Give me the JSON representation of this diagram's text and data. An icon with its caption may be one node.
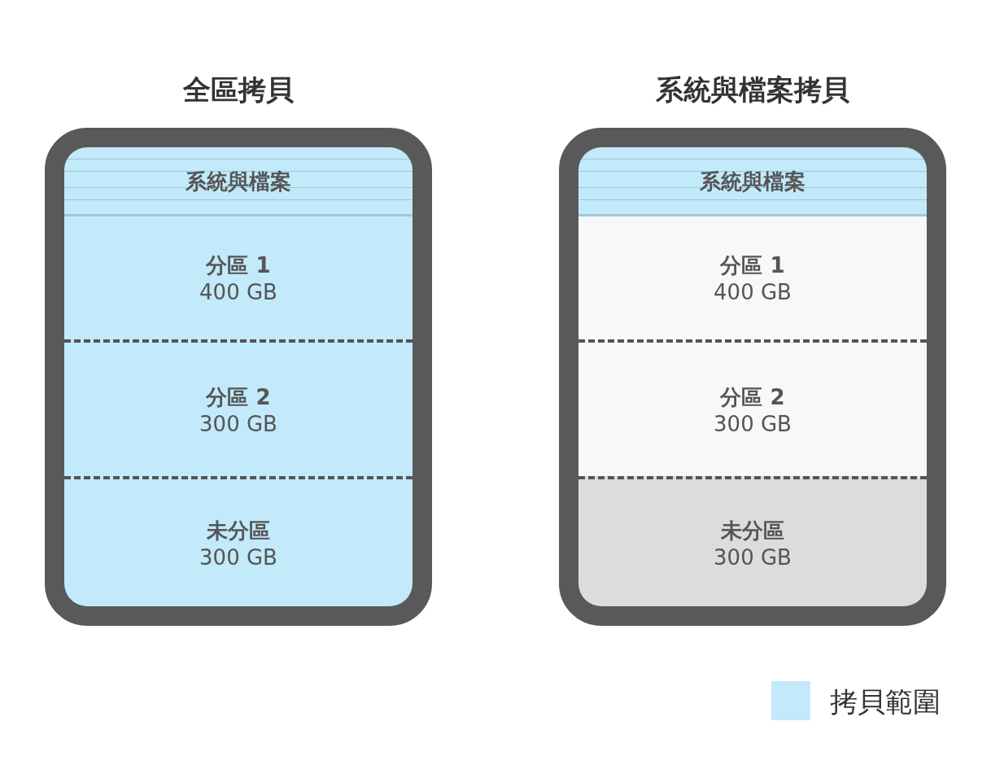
{
  "diagram": {
    "nodes": [
      {
        "text": [
          "全區拷貝"
        ]
      },
      {
        "text": [
          "系統與檔案"
        ],
        "in": 0
      },
      {
        "text": [
          "分區 1",
          "400 GB"
        ],
        "in": 0
      },
      {
        "text": [
          "分區 2",
          "300 GB"
        ],
        "in": 0
      },
      {
        "text": [
          "未分區",
          "300 GB"
        ],
        "in": 0
      },
      {
        "text": [
          "系統與檔案拷貝"
        ]
      },
      {
        "text": [
          "系統與檔案"
        ],
        "in": 5
      },
      {
        "text": [
          "分區 1",
          "400 GB"
        ],
        "in": 5
      },
      {
        "text": [
          "分區 2",
          "300 GB"
        ],
        "in": 5
      },
      {
        "text": [
          "未分區",
          "300 GB"
        ],
        "in": 5
      }
    ],
    "edges": [],
    "legend": [
      {
        "text": "拷貝範圍",
        "color": "#c2eafb"
      }
    ]
  }
}
